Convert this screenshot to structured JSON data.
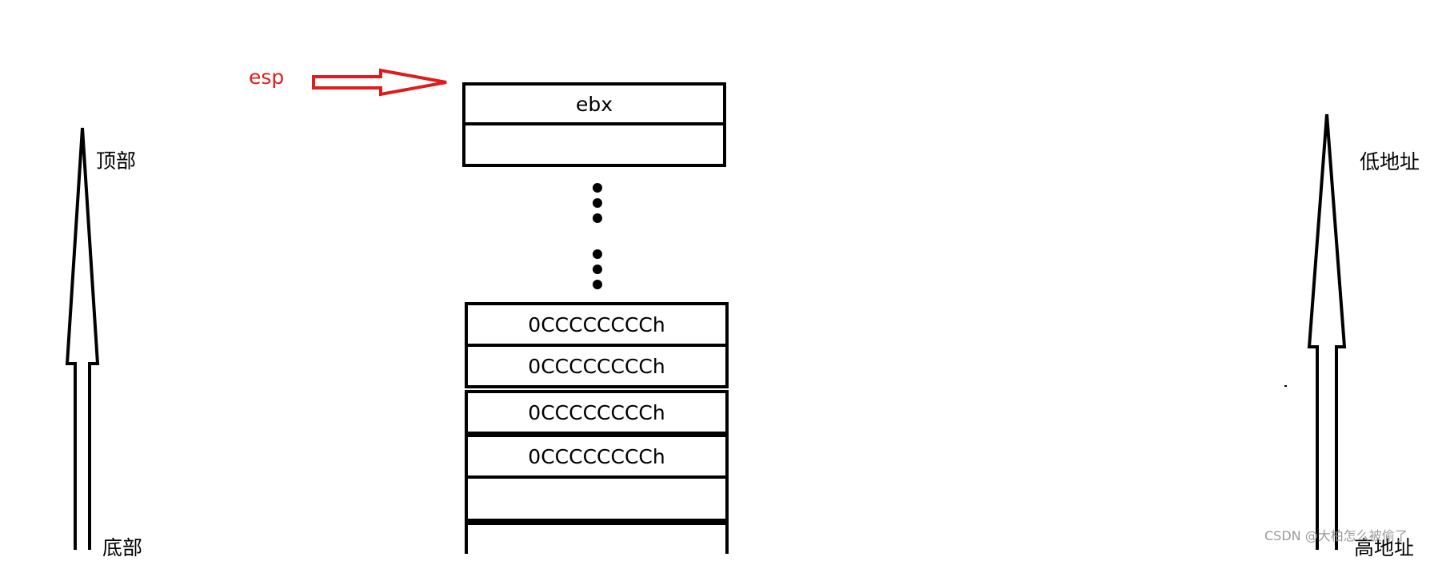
{
  "pointer": {
    "label": "esp",
    "color": "#e01b1b"
  },
  "stack_top": {
    "cells": [
      "ebx",
      ""
    ]
  },
  "stack_bottom": {
    "cells": [
      "0CCCCCCCCh",
      "0CCCCCCCCh",
      "0CCCCCCCCh",
      "0CCCCCCCCh",
      "",
      ""
    ]
  },
  "left_axis": {
    "top_label": "顶部",
    "bottom_label": "底部"
  },
  "right_axis": {
    "top_label": "低地址",
    "bottom_label": "高地址"
  },
  "watermark": "CSDN @大柏怎么被偷了"
}
